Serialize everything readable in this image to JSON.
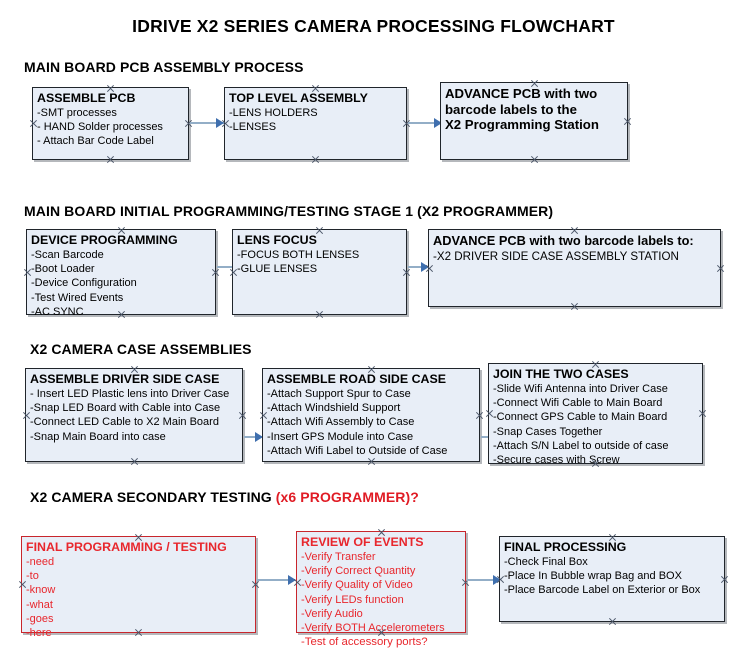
{
  "document": {
    "title": "IDRIVE X2  SERIES CAMERA PROCESSING FLOWCHART",
    "accent_color": "#e8272d",
    "box_fill": "#e8eef7",
    "connector_color": "#93aec7"
  },
  "sections": [
    {
      "heading": "MAIN BOARD PCB ASSEMBLY PROCESS",
      "heading_accent": "",
      "boxes": [
        {
          "title": "ASSEMBLE PCB",
          "lines": [
            "-SMT processes",
            "- HAND Solder processes",
            "- Attach Bar Code Label"
          ]
        },
        {
          "title": "TOP LEVEL ASSEMBLY",
          "lines": [
            "-LENS HOLDERS",
            "-LENSES"
          ]
        },
        {
          "title": "ADVANCE PCB with two",
          "lines": [
            "barcode labels to the",
            " X2 Programming Station"
          ]
        }
      ]
    },
    {
      "heading": "MAIN BOARD INITIAL PROGRAMMING/TESTING STAGE 1 (X2 PROGRAMMER)",
      "heading_accent": "",
      "boxes": [
        {
          "title": "DEVICE PROGRAMMING",
          "lines": [
            "-Scan Barcode",
            "-Boot Loader",
            "-Device Configuration",
            "-Test Wired Events",
            "-AC SYNC"
          ]
        },
        {
          "title": "LENS FOCUS",
          "lines": [
            "-FOCUS BOTH LENSES",
            "-GLUE LENSES"
          ]
        },
        {
          "title": "ADVANCE PCB with two barcode labels to:",
          "lines": [
            "-X2 DRIVER  SIDE  CASE  ASSEMBLY STATION"
          ]
        }
      ]
    },
    {
      "heading": "X2 CAMERA CASE ASSEMBLIES",
      "heading_accent": "",
      "boxes": [
        {
          "title": "ASSEMBLE DRIVER SIDE CASE",
          "lines": [
            "- Insert LED Plastic lens into Driver Case",
            "-Snap LED Board with Cable into Case",
            "-Connect LED Cable to X2 Main Board",
            "-Snap Main Board into case"
          ]
        },
        {
          "title": "ASSEMBLE ROAD SIDE CASE",
          "lines": [
            "-Attach Support Spur to Case",
            "-Attach Windshield Support",
            "-Attach Wifi Assembly to Case",
            "-Insert GPS Module into Case",
            "-Attach Wifi Label to Outside of Case"
          ]
        },
        {
          "title": "JOIN THE TWO CASES",
          "lines": [
            "-Slide Wifi Antenna into Driver Case",
            "-Connect Wifi Cable to Main Board",
            "-Connect GPS Cable to Main Board",
            "-Snap Cases Together",
            "-Attach S/N Label to outside of case",
            "-Secure cases with Screw"
          ]
        }
      ]
    },
    {
      "heading": "X2 CAMERA SECONDARY TESTING ",
      "heading_accent": "(x6 PROGRAMMER)?",
      "boxes": [
        {
          "title": "FINAL PROGRAMMING / TESTING",
          "lines": [
            "-need",
            "-to",
            "-know",
            "-what",
            "-goes",
            "-here"
          ]
        },
        {
          "title": "REVIEW OF EVENTS",
          "lines": [
            "-Verify Transfer",
            "-Verify Correct Quantity",
            "-Verify Quality of Video",
            "-Verify LEDs function",
            "-Verify Audio",
            "-Verify BOTH Accelerometers"
          ],
          "overflow_line": "-Test of accessory ports?"
        },
        {
          "title": "FINAL PROCESSING",
          "lines": [
            " -Check Final Box",
            "-Place In Bubble wrap Bag and BOX",
            "-Place Barcode Label on Exterior or Box"
          ]
        }
      ]
    }
  ]
}
